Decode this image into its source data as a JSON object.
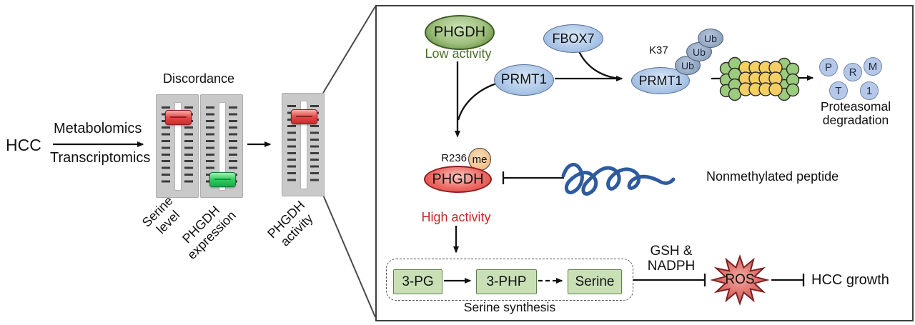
{
  "left_flow": {
    "hcc": "HCC",
    "arrow_label_top": "Metabolomics",
    "arrow_label_bottom": "Transcriptomics",
    "discordance": "Discordance",
    "slider_serine": {
      "line1": "Serine",
      "line2": "level",
      "handle": "red-high"
    },
    "slider_expression": {
      "line1": "PHGDH",
      "line2": "expression",
      "handle": "green-low"
    },
    "slider_activity": {
      "line1": "PHGDH",
      "line2": "activity",
      "handle": "red-high"
    }
  },
  "pathway": {
    "phgdh_low": "PHGDH",
    "phgdh_low_status": "Low activity",
    "fbox7": "FBOX7",
    "prmt1": "PRMT1",
    "prmt1_degraded": "PRMT1",
    "k_site": "K37",
    "ub": "Ub",
    "letters": [
      "P",
      "R",
      "M",
      "T",
      "1"
    ],
    "proteasomal_line1": "Proteasomal",
    "proteasomal_line2": "degradation",
    "r_site": "R236",
    "me": "me",
    "phgdh_high": "PHGDH",
    "phgdh_high_status": "High activity",
    "peptide_label": "Nonmethylated peptide",
    "metabolites": [
      "3-PG",
      "3-PHP",
      "Serine"
    ],
    "serine_synthesis": "Serine synthesis",
    "gsh_line1": "GSH &",
    "gsh_line2": "NADPH",
    "ros": "ROS",
    "hcc_growth": "HCC growth"
  },
  "colors": {
    "slider_red": "#e84848",
    "slider_green": "#2fcf5f",
    "phgdh_low_fill": "#9dbf7c",
    "phgdh_high_fill": "#ee6b66",
    "node_blue": "#a9c4e6",
    "ub_fill": "#93a7c2",
    "letter_circle_fill": "#b5c8e8",
    "me_fill": "#f2c28e",
    "peptide_blue": "#2e5b9f",
    "metabolite_green": "#c9e0b6",
    "proteasome_green": "#9ccb7e",
    "proteasome_yellow": "#f6cf63",
    "ros_fill": "#d85c5c",
    "low_activity_text": "#4a6e2a",
    "high_activity_text": "#c42828"
  }
}
